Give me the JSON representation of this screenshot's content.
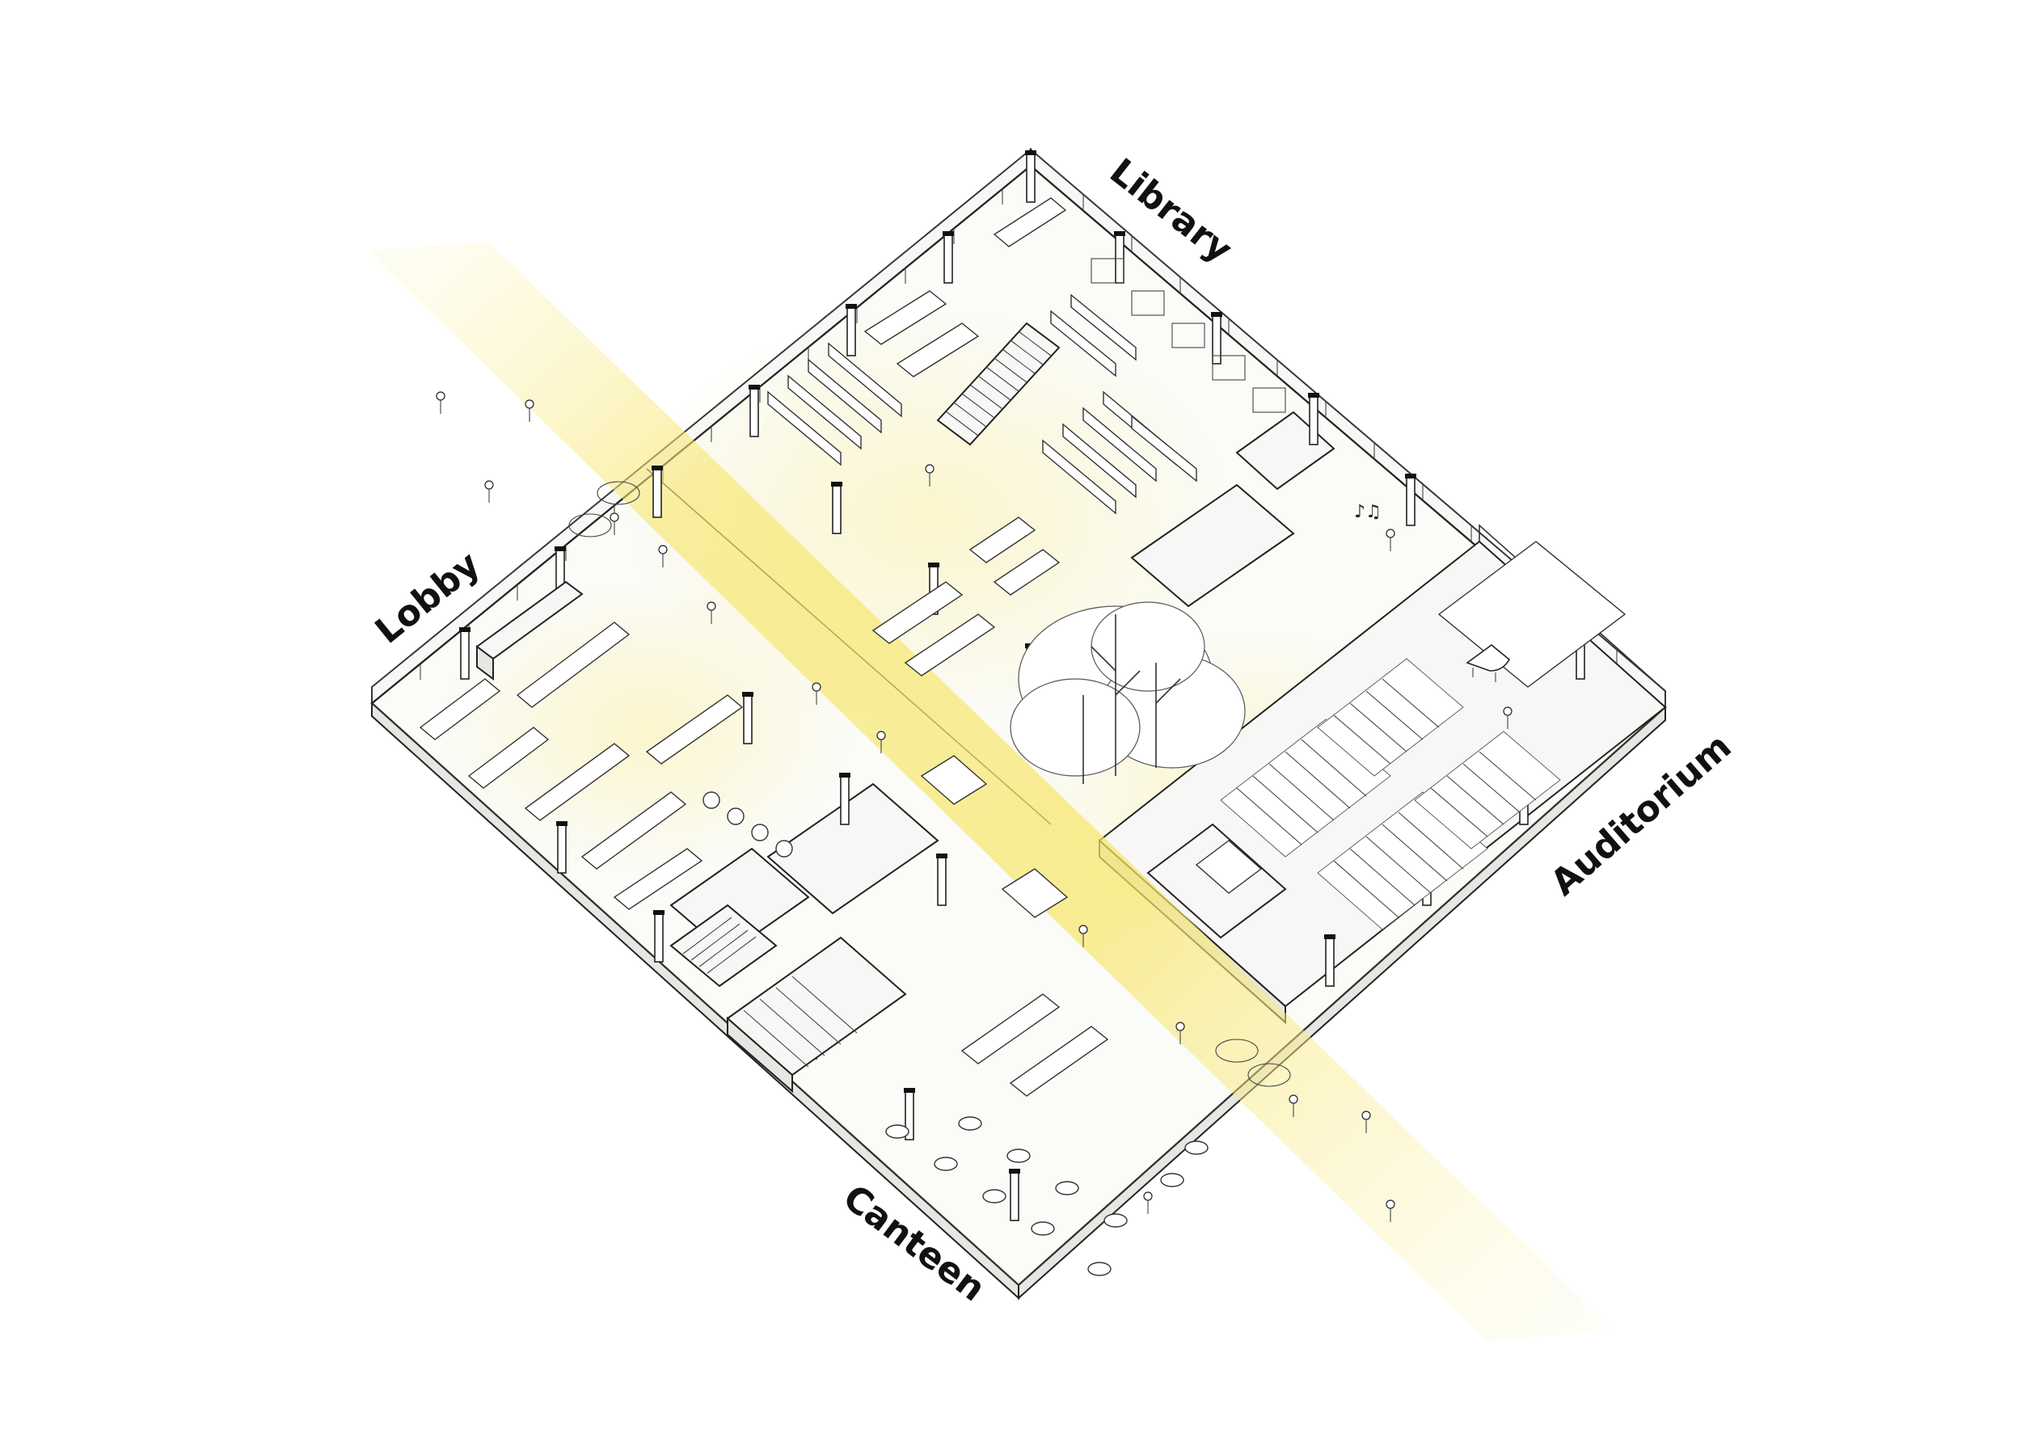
{
  "diagram": {
    "labels": {
      "library": "Library",
      "lobby": "Lobby",
      "auditorium": "Auditorium",
      "canteen": "Canteen"
    },
    "colors": {
      "highlight_band": "#f7e66b",
      "ink": "#222222",
      "paper": "#ffffff",
      "floor": "#fbfbf8"
    },
    "icons": {
      "piano": "grand-piano-icon",
      "music_notes": "music-notes-icon"
    }
  }
}
